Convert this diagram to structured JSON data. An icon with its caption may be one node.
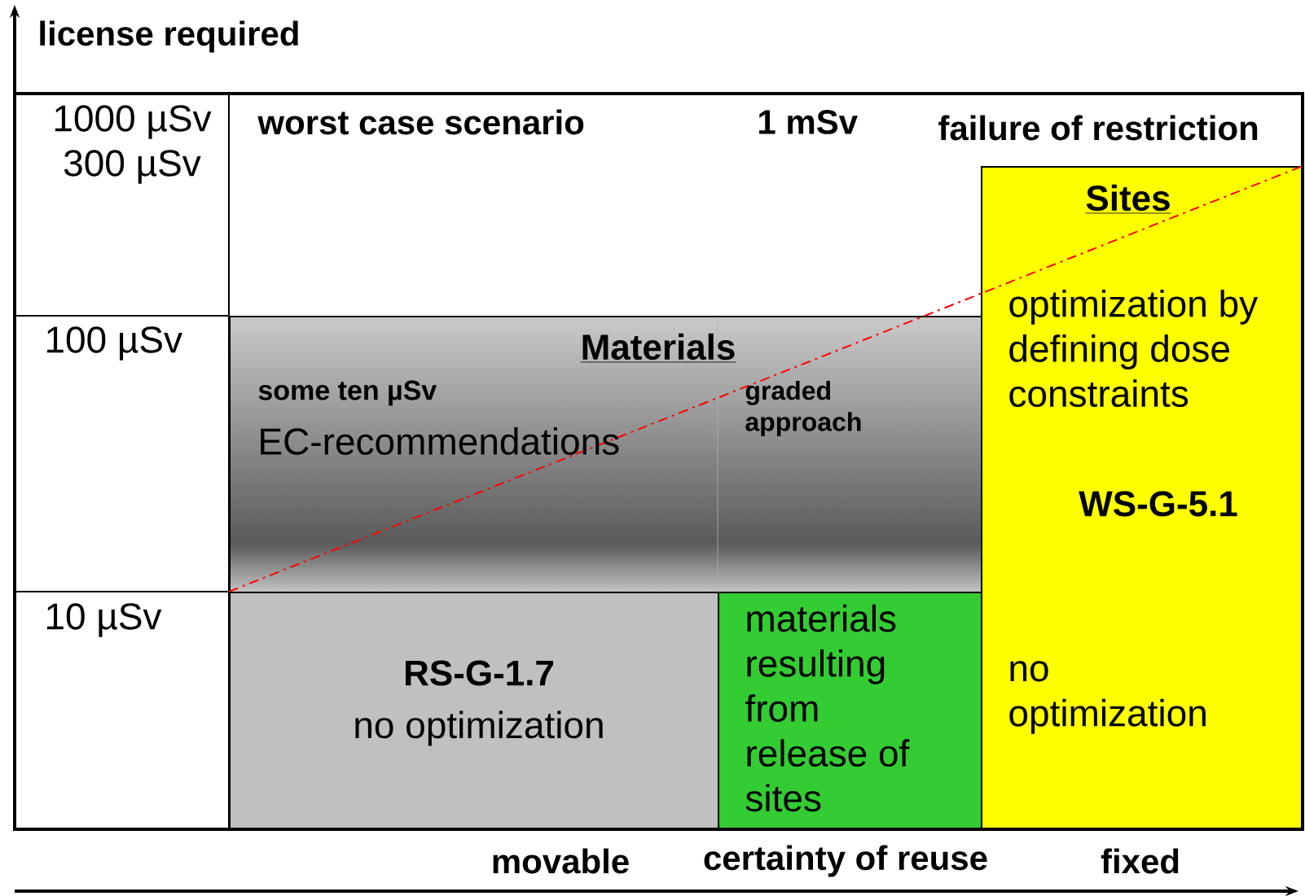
{
  "diagram": {
    "nodes": [
      {
        "text": [
          "Materials"
        ]
      },
      {
        "text": [
          "some ten µSv",
          "EC-recommendations"
        ],
        "in": 0
      },
      {
        "text": [
          "graded approach"
        ],
        "in": 0
      },
      {
        "text": [
          "RS-G-1.7",
          "no optimization"
        ]
      },
      {
        "text": [
          "materials resulting from release of sites"
        ]
      },
      {
        "text": [
          "Sites",
          "optimization by defining dose constraints",
          "WS-G-5.1",
          "no optimization"
        ]
      }
    ],
    "labels": [
      "license required",
      "1000 µSv",
      "300 µSv",
      "100 µSv",
      "10 µSv",
      "worst case scenario",
      "1 mSv",
      "failure of restriction",
      "movable",
      "certainty of reuse",
      "fixed"
    ]
  }
}
